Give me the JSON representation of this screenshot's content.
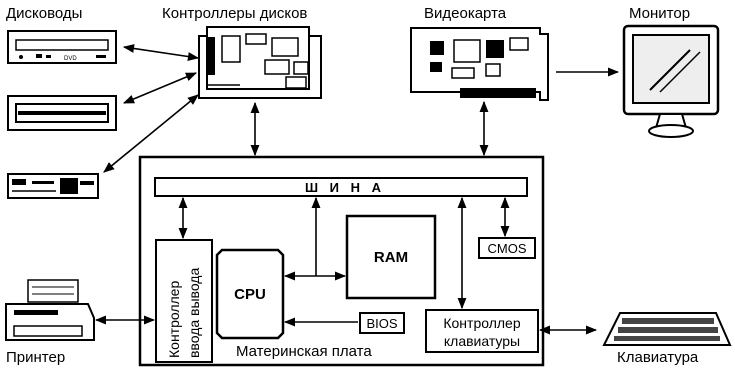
{
  "labels": {
    "drives": "Дисководы",
    "disk_controllers": "Контроллеры дисков",
    "video_card": "Видеокарта",
    "monitor": "Монитор",
    "bus": "Ш И Н А",
    "ram": "RAM",
    "cmos": "CMOS",
    "cpu": "CPU",
    "bios": "BIOS",
    "io_controller_line1": "Контроллер",
    "io_controller_line2": "ввода вывода",
    "keyboard_controller_line1": "Контроллер",
    "keyboard_controller_line2": "клавиатуры",
    "motherboard": "Материнская плата",
    "printer": "Принтер",
    "keyboard": "Клавиатура",
    "dvd_drive_mark": "DVD"
  }
}
